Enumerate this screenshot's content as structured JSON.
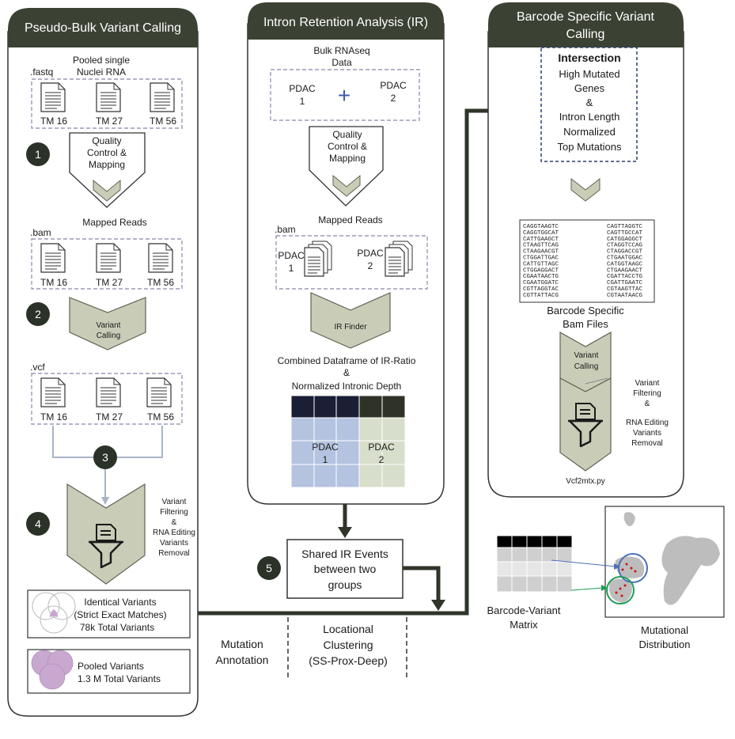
{
  "colors": {
    "header_fill": "#3b4234",
    "chevron_fill": "#c9cdb8",
    "chevron_stroke": "#5d6452",
    "step_circle": "#2b3227",
    "dashed_border": "#9a9ab8",
    "arrow_dark": "#2f3529",
    "pdac1_dark": "#1a1f36",
    "pdac1_light": "#b4c3e0",
    "pdac2_dark": "#2f3327",
    "pdac2_light": "#d7decb",
    "venn_fill": "#c8a8cf"
  },
  "panel_left": {
    "title": "Pseudo-Bulk Variant Calling",
    "pooled_label_1": "Pooled single",
    "pooled_label_2": "Nuclei RNA",
    "fastq_label": ".fastq",
    "samples": [
      "TM 16",
      "TM 27",
      "TM 56"
    ],
    "step1": "1",
    "qc_label_1": "Quality",
    "qc_label_2": "Control &",
    "qc_label_3": "Mapping",
    "mapped_reads": "Mapped Reads",
    "bam_label": ".bam",
    "step2": "2",
    "variant_calling_1": "Variant",
    "variant_calling_2": "Calling",
    "vcf_label": ".vcf",
    "step3": "3",
    "step4": "4",
    "filter_1": "Variant",
    "filter_2": "Filtering",
    "filter_3": "&",
    "filter_4": "RNA Editing",
    "filter_5": "Variants",
    "filter_6": "Removal",
    "identical_1": "Identical Variants",
    "identical_2": "(Strict Exact Matches)",
    "identical_3": "78k Total Variants",
    "pooled_1": "Pooled Variants",
    "pooled_2": "1.3 M Total Variants"
  },
  "panel_mid": {
    "title": "Intron Retention Analysis (IR)",
    "bulk_1": "Bulk RNAseq",
    "bulk_2": "Data",
    "pdac": "PDAC",
    "one": "1",
    "two": "2",
    "plus": "+",
    "qc_label_1": "Quality",
    "qc_label_2": "Control &",
    "qc_label_3": "Mapping",
    "mapped_reads": "Mapped Reads",
    "bam_label": ".bam",
    "ir_finder": "IR Finder",
    "combined_1": "Combined Dataframe of IR-Ratio",
    "combined_2": "&",
    "combined_3": "Normalized Intronic Depth",
    "step5": "5",
    "shared_1": "Shared IR Events",
    "shared_2": "between two",
    "shared_3": "groups"
  },
  "panel_right": {
    "title_1": "Barcode Specific Variant",
    "title_2": "Calling",
    "intersection": "Intersection",
    "inter_1": "High Mutated",
    "inter_2": "Genes",
    "inter_3": "&",
    "inter_4": "Intron Length",
    "inter_5": "Normalized",
    "inter_6": "Top Mutations",
    "barcodes_left": [
      "CAGGTAAGTC",
      "CAGGTGGCAT",
      "CATTGAAGCT",
      "CTAAGTTCAG",
      "CTAAGAACGT",
      "CTGGATTGAC",
      "CATTGTTAGC",
      "CTGGAGGACT",
      "CGAATAACTG",
      "CGAATGGATC",
      "CGTTAGGTAC",
      "CGTTATTACG"
    ],
    "barcodes_right": [
      "CAGTTAGGTC",
      "CAGTTGCCAT",
      "CATGGAGGCT",
      "CTAGGTCCAG",
      "CTAGGACCGT",
      "CTGAATGGAC",
      "CATGGTAAGC",
      "CTGAAGAACT",
      "CGATTACCTG",
      "CGATTGAATC",
      "CGTAAGTTAC",
      "CGTAATAACG"
    ],
    "bam_files_1": "Barcode Specific",
    "bam_files_2": "Bam Files",
    "variant_calling_1": "Variant",
    "variant_calling_2": "Calling",
    "filter_1": "Variant",
    "filter_2": "Filtering",
    "filter_3": "&",
    "filter_4": "RNA Editing",
    "filter_5": "Variants",
    "filter_6": "Removal",
    "script": "Vcf2mtx.py"
  },
  "bottom": {
    "mutation_1": "Mutation",
    "mutation_2": "Annotation",
    "locational_1": "Locational",
    "locational_2": "Clustering",
    "locational_3": "(SS-Prox-Deep)",
    "matrix_1": "Barcode-Variant",
    "matrix_2": "Matrix",
    "distribution_1": "Mutational",
    "distribution_2": "Distribution"
  }
}
